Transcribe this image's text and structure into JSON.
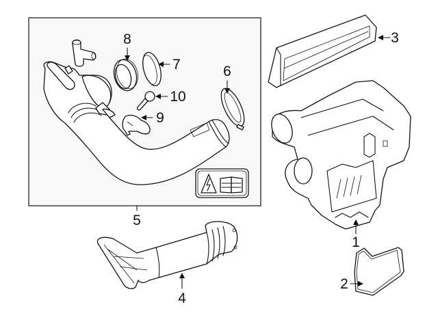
{
  "diagram": {
    "type": "exploded-parts-diagram",
    "subject": "Air intake / air cleaner assembly",
    "callouts": [
      {
        "id": "1",
        "label": "1",
        "part": "air-cleaner-housing"
      },
      {
        "id": "2",
        "label": "2",
        "part": "housing-gasket"
      },
      {
        "id": "3",
        "label": "3",
        "part": "air-filter-element"
      },
      {
        "id": "4",
        "label": "4",
        "part": "inlet-duct"
      },
      {
        "id": "5",
        "label": "5",
        "part": "intake-hose-assembly"
      },
      {
        "id": "6",
        "label": "6",
        "part": "hose-clamp"
      },
      {
        "id": "7",
        "label": "7",
        "part": "seal-ring"
      },
      {
        "id": "8",
        "label": "8",
        "part": "grommet"
      },
      {
        "id": "9",
        "label": "9",
        "part": "sensor"
      },
      {
        "id": "10",
        "label": "10",
        "part": "bolt"
      }
    ],
    "inset_box": {
      "contains": [
        "5",
        "6",
        "7",
        "8",
        "9",
        "10"
      ]
    },
    "warning_badge": {
      "icons": [
        "high-voltage-warning-icon",
        "service-manual-icon"
      ]
    }
  }
}
